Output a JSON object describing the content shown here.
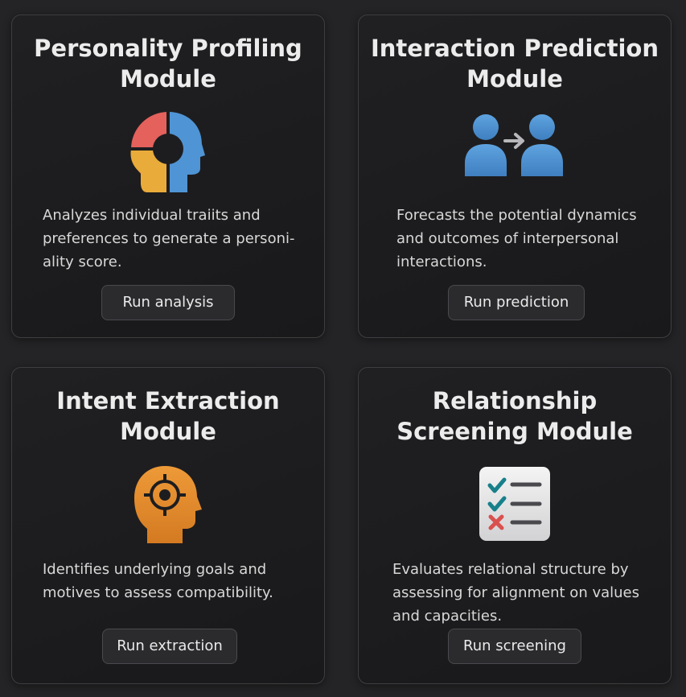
{
  "modules": [
    {
      "title_lines": [
        "Personality Profiling",
        "Module"
      ],
      "icon": "head-puzzle-icon",
      "description_lines": [
        "Analyzes individual traiits and",
        "preferences to generate a personi-",
        "ality score."
      ],
      "button_label": "Run analysis"
    },
    {
      "title_lines": [
        "Interaction Prediction",
        "Module"
      ],
      "icon": "people-interaction-icon",
      "description_lines": [
        "Forecasts the potential dynamics",
        "and outcomes of interpersonal",
        "interactions."
      ],
      "button_label": "Run prediction"
    },
    {
      "title_lines": [
        "Intent Extraction",
        "Module"
      ],
      "icon": "head-target-icon",
      "description_lines": [
        "Identifies underlying goals and",
        "motives to assess compatibility."
      ],
      "button_label": "Run extraction"
    },
    {
      "title_lines": [
        "Relationship",
        "Screening Module"
      ],
      "icon": "checklist-icon",
      "description_lines": [
        "Evaluates relational structure by",
        "assessing for alignment on values",
        "and capacities."
      ],
      "button_label": "Run screening"
    }
  ],
  "colors": {
    "background": "#242426",
    "card": "#1d1d1f",
    "accent_red": "#e4615c",
    "accent_blue": "#4f94d4",
    "accent_yellow": "#e9ab3a",
    "accent_orange": "#df8a2b",
    "check_teal": "#17808a",
    "cross_red": "#d9514e"
  }
}
